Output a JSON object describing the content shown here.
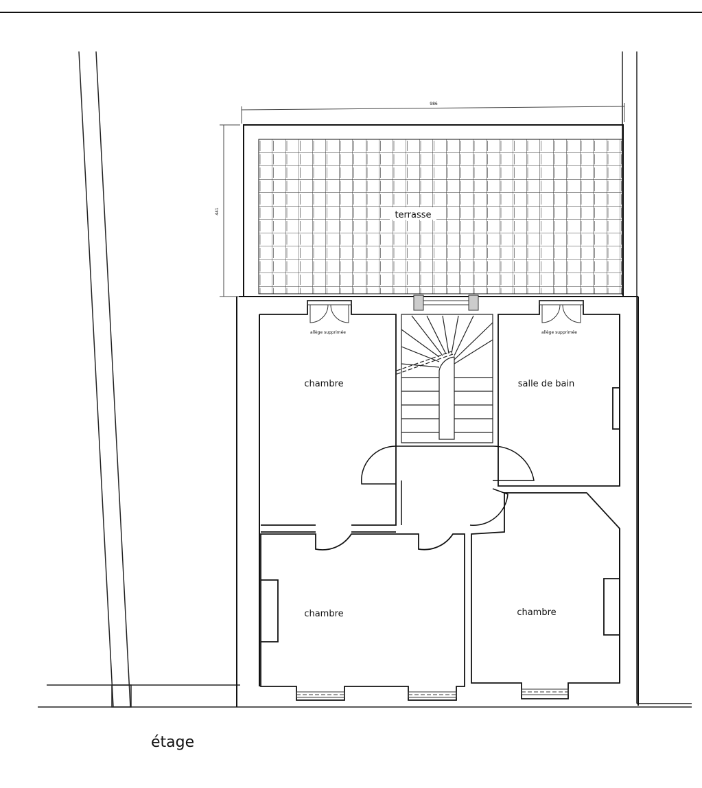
{
  "plan": {
    "title": "étage",
    "dimensions": {
      "width": "986",
      "depth": "441"
    },
    "rooms": {
      "terrace": "terrasse",
      "bedroom_top_left": "chambre",
      "bathroom": "salle de bain",
      "bedroom_bottom_left": "chambre",
      "bedroom_bottom_right": "chambre"
    },
    "annotations": {
      "allege_left": "allège supprimée",
      "allege_right": "allège supprimée"
    }
  }
}
